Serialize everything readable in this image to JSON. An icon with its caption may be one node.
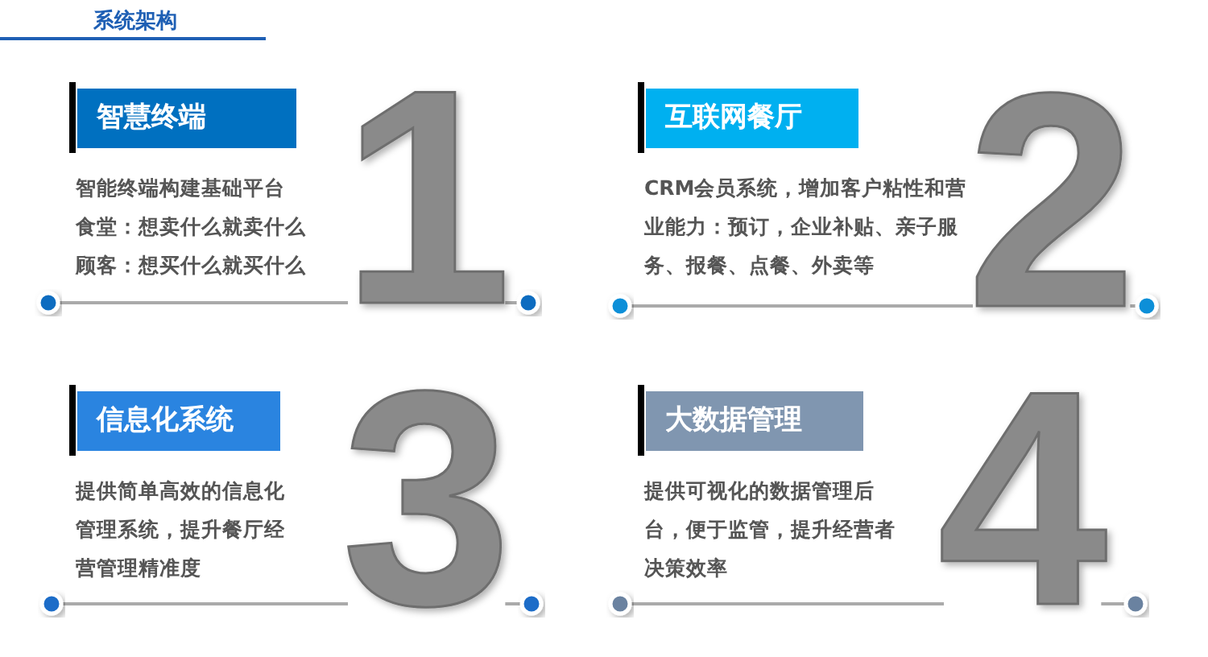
{
  "diagram": {
    "title": "系统架构",
    "nodes": [
      {
        "text": [
          "智慧终端"
        ],
        "beside": [
          "智能终端构建基础平台",
          "食堂：想卖什么就卖什么",
          "顾客：想买什么就买什么"
        ]
      },
      {
        "text": [
          "互联网餐厅"
        ],
        "beside": [
          "CRM会员系统，增加客户粘性和营业能力：预订，企业补贴、亲子服务、报餐、点餐、外卖等"
        ]
      },
      {
        "text": [
          "信息化系统"
        ],
        "beside": [
          "提供简单高效的信息化管理系统，提升餐厅经营管理精准度"
        ]
      },
      {
        "text": [
          "大数据管理"
        ],
        "beside": [
          "提供可视化的数据管理后台，便于监管，提升经营者决策效率"
        ]
      }
    ],
    "labels": [
      "1",
      "2",
      "3",
      "4"
    ]
  }
}
